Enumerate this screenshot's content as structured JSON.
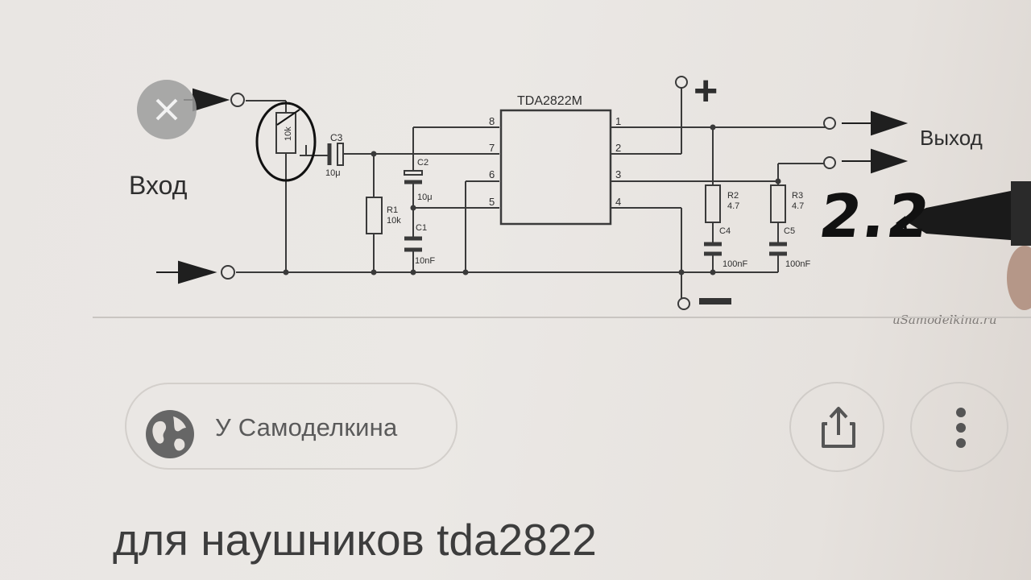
{
  "schematic": {
    "chip_label": "TDA2822M",
    "input_label": "Вход",
    "output_label": "Выход",
    "plus_sign": "+",
    "minus_sign": "−",
    "pins": [
      "8",
      "7",
      "6",
      "5",
      "1",
      "2",
      "3",
      "4"
    ],
    "pot_label": "10k",
    "c3_name": "C3",
    "c3_value": "10μ",
    "c2_name": "C2",
    "c2_value": "10μ",
    "c1_name": "C1",
    "c1_value": "10nF",
    "r1_name": "R1",
    "r1_value": "10k",
    "r2_name": "R2",
    "r2_value": "4.7",
    "r3_name": "R3",
    "r3_value": "4.7",
    "c4_name": "C4",
    "c4_value": "100nF",
    "c5_name": "C5",
    "c5_value": "100nF",
    "watermark": "uSamodelkina.ru",
    "handwritten_note": "2.2"
  },
  "source": {
    "name": "У Самоделкина",
    "icon": "globe-icon"
  },
  "actions": {
    "share_icon": "share-icon",
    "more_icon": "more-vertical-icon"
  },
  "result": {
    "title": "для наушников tda2822"
  }
}
